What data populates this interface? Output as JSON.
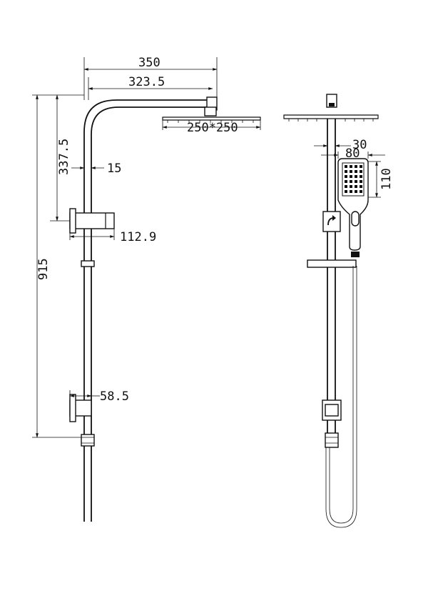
{
  "dimensions": {
    "arm_length": "350",
    "arm_reach": "323.5",
    "shower_head_size": "250*250",
    "arm_height": "337.5",
    "rail_diameter": "15",
    "bracket_projection": "112.9",
    "total_height": "915",
    "wall_bracket_depth": "58.5",
    "head_thickness": "30",
    "handshower_width": "80",
    "handshower_height": "110"
  }
}
